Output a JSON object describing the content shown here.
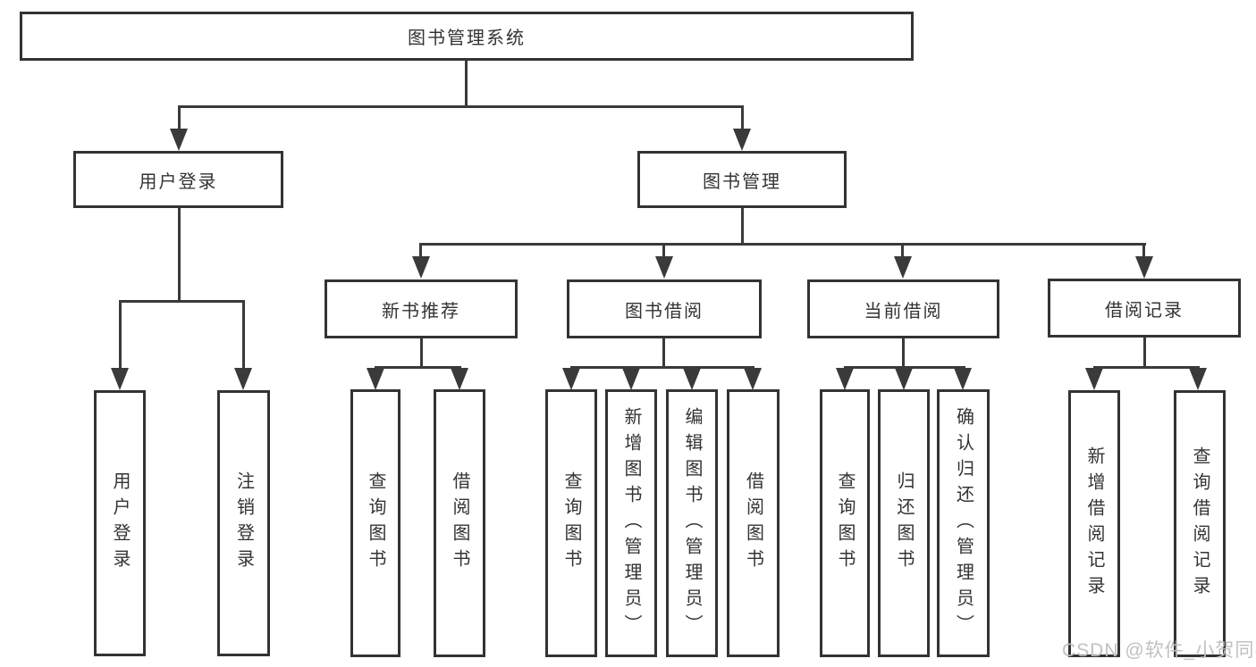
{
  "diagram": {
    "root": "图书管理系统",
    "level2": [
      "用户登录",
      "图书管理"
    ],
    "level3": [
      "新书推荐",
      "图书借阅",
      "当前借阅",
      "借阅记录"
    ],
    "leaves_login": [
      "用户登录",
      "注销登录"
    ],
    "leaves_recommend": [
      "查询图书",
      "借阅图书"
    ],
    "leaves_borrow": [
      "查询图书",
      "新增图书（管理员）",
      "编辑图书（管理员）",
      "借阅图书"
    ],
    "leaves_current": [
      "查询图书",
      "归还图书",
      "确认归还（管理员）"
    ],
    "leaves_records": [
      "新增借阅记录",
      "查询借阅记录"
    ]
  },
  "watermark": "CSDN @软件_小贺同学",
  "colors": {
    "line": "#3a3a3a",
    "box_border": "#333333",
    "text": "#333333",
    "watermark": "#c3bfbf",
    "background": "#ffffff"
  }
}
